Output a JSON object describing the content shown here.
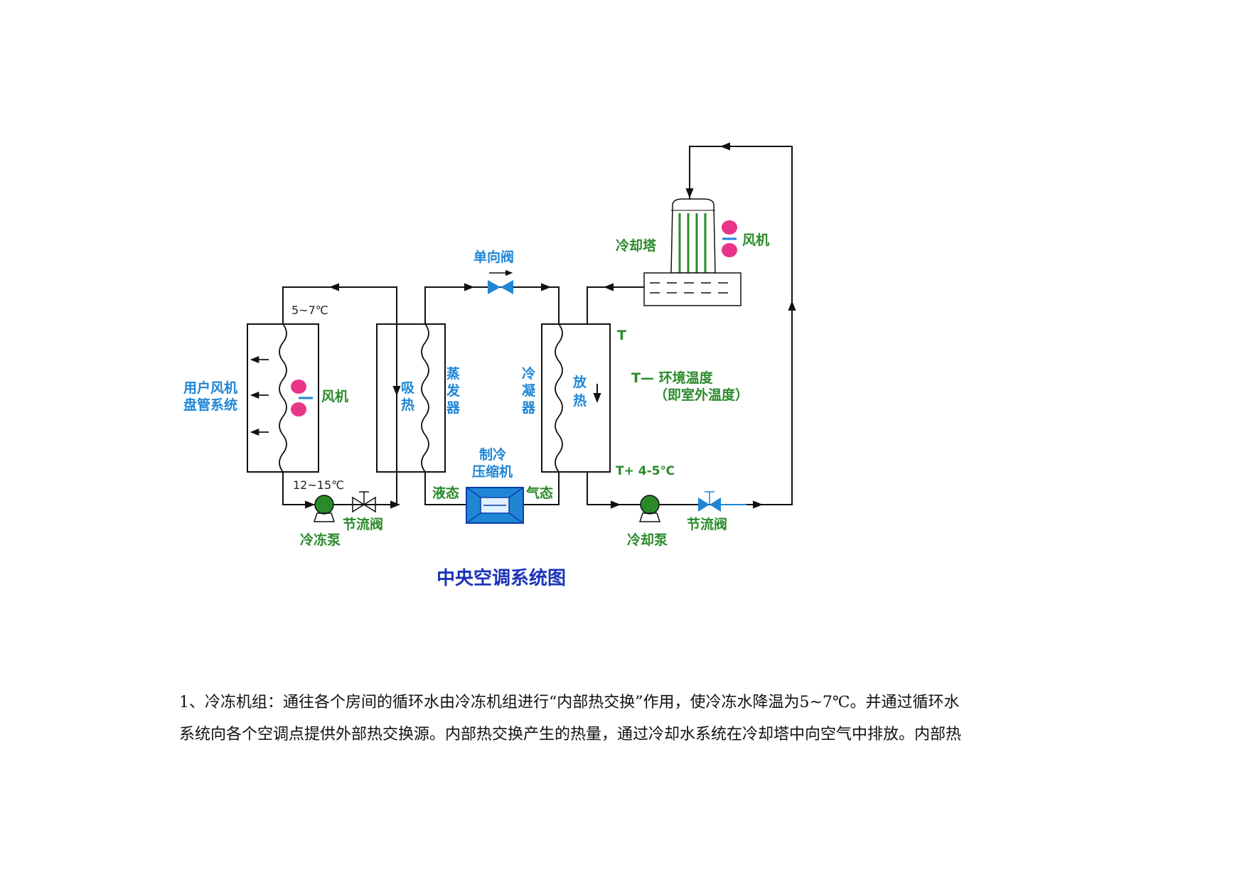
{
  "diagram": {
    "title": "中央空调系统图",
    "fan_coil": {
      "label_line1": "用户风机",
      "label_line2": "盘管系统",
      "fan": "风机",
      "temp_supply": "5~7℃",
      "temp_return": "12~15℃"
    },
    "chilled_pump": "冷冻泵",
    "chilled_valve": "节流阀",
    "evaporator": {
      "absorb": [
        "吸",
        "热"
      ],
      "name": [
        "蒸",
        "发",
        "器"
      ]
    },
    "check_valve": "单向阀",
    "compressor": {
      "line1": "制冷",
      "line2": "压缩机",
      "liquid": "液态",
      "gas": "气态"
    },
    "condenser": {
      "name": [
        "冷",
        "凝",
        "器"
      ],
      "release": [
        "放",
        "热"
      ]
    },
    "temps": {
      "t_top": "T",
      "legend_line1": "T— 环境温度",
      "legend_line2": "（即室外温度）",
      "t_bottom": "T+ 4-5℃"
    },
    "cooling_tower": {
      "label": "冷却塔",
      "fan": "风机"
    },
    "cooling_pump": "冷却泵",
    "cooling_valve": "节流阀",
    "colors": {
      "green": "#2a8a2a",
      "blue": "#1f86d6",
      "title": "#1c33b8",
      "fan_pink": "#e8358a"
    }
  },
  "text": {
    "line1": "1、冷冻机组：通往各个房间的循环水由冷冻机组进行“内部热交换”作用，使冷冻水降温为5~7℃。并通过循环水",
    "line2": "系统向各个空调点提供外部热交换源。内部热交换产生的热量，通过冷却水系统在冷却塔中向空气中排放。内部热"
  }
}
